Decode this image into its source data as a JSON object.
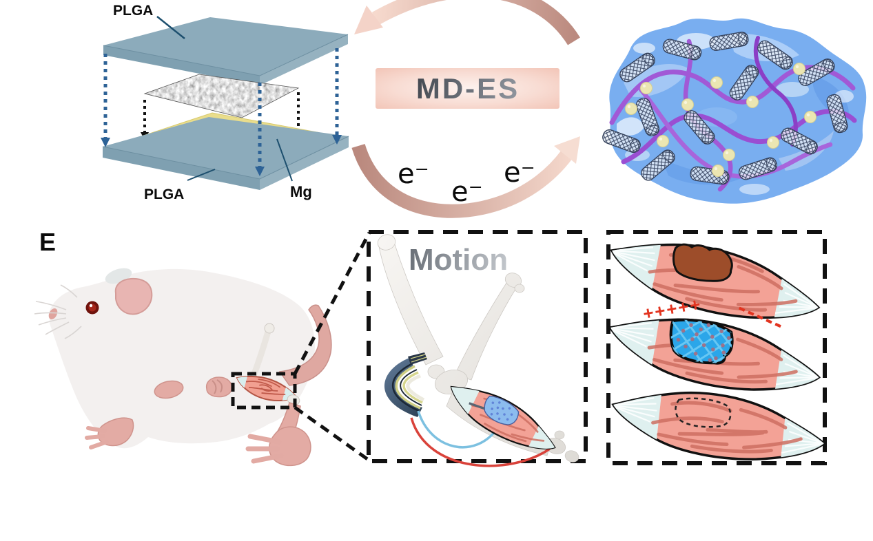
{
  "figure": {
    "device_stack": {
      "plga_top_label": "PLGA",
      "plga_bottom_label": "PLGA",
      "mg_label": "Mg"
    },
    "es_cycle": {
      "banner_label": "MD-ES",
      "electron_labels": [
        "e⁻",
        "e⁻",
        "e⁻"
      ]
    },
    "panel_e_label": "E",
    "motion_panel": {
      "title": "Motion"
    },
    "repair_panel": {
      "positive_charges": "+++++",
      "negative_charges": "-----"
    }
  },
  "colors": {
    "plga_plate": "#8CABBB",
    "mg_layer": "#E9DD8C",
    "assembly_arrow_blue": "#2D6296",
    "assembly_arrow_black": "#111111",
    "cycle_arrow_dark": "#BB8A7F",
    "cycle_arrow_light": "#F6D9CD",
    "banner_pink": "#F3C8BA",
    "banner_text_grey": "#41464E",
    "hydrogel_blue": "#79AEF0",
    "polymer_purple": "#A159D6",
    "crosslinker_yellow": "#EBE6B2",
    "cnt_mesh_navy": "#33405A",
    "muscle_salmon": "#F3A296",
    "muscle_striation": "#CE6F62",
    "tendon_cyan": "#DFF0EF",
    "wound_brown": "#9D4D2A",
    "patch_blue": "#2BA6E9",
    "charge_red": "#E23420",
    "rat_body": "#F3F0EF",
    "rat_pink": "#E3ABA4",
    "bone_ivory": "#EFECE7"
  }
}
